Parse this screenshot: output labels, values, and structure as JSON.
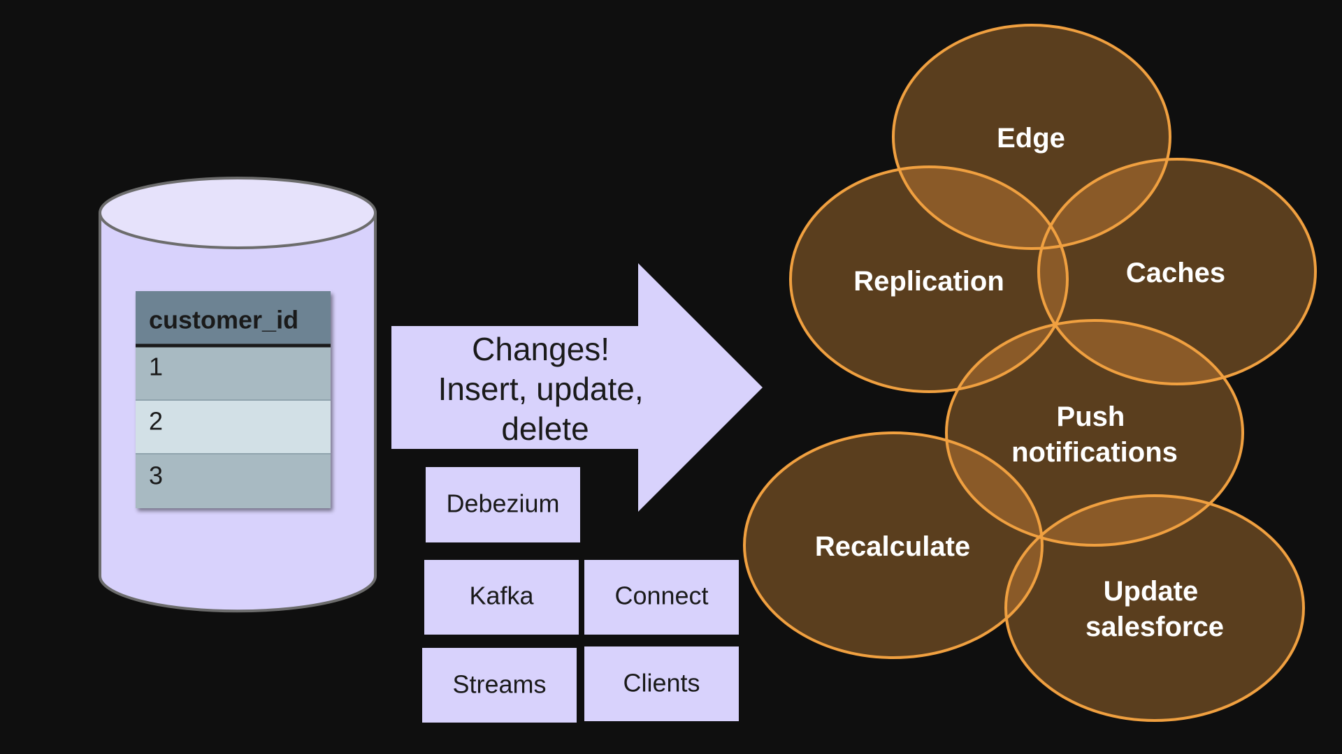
{
  "colors": {
    "background": "#0f0f0f",
    "lavender": "#d8d2fc",
    "lavender_stroke": "#6c6c6c",
    "table_header": "#6d8393",
    "table_row_dark": "#a8bac2",
    "table_row_light": "#d2e0e6",
    "circle_fill": "#5a3e1e",
    "circle_stroke": "#f0a040",
    "overlap_fill": "#8a5a28",
    "circle_text": "#ffffff",
    "dark_text": "#1a1a1a"
  },
  "database": {
    "icon": "database-cylinder-icon",
    "table": {
      "header": "customer_id",
      "rows": [
        "1",
        "2",
        "3"
      ]
    }
  },
  "arrow": {
    "icon": "right-arrow-icon",
    "lines": [
      "Changes!",
      "Insert, update,",
      "delete"
    ]
  },
  "tools": {
    "debezium": "Debezium",
    "kafka": "Kafka",
    "connect": "Connect",
    "streams": "Streams",
    "clients": "Clients"
  },
  "consumers": {
    "edge": [
      "Edge"
    ],
    "replication": [
      "Replication"
    ],
    "caches": [
      "Caches"
    ],
    "push": [
      "Push",
      "notifications"
    ],
    "recalculate": [
      "Recalculate"
    ],
    "salesforce": [
      "Update",
      "salesforce"
    ]
  }
}
